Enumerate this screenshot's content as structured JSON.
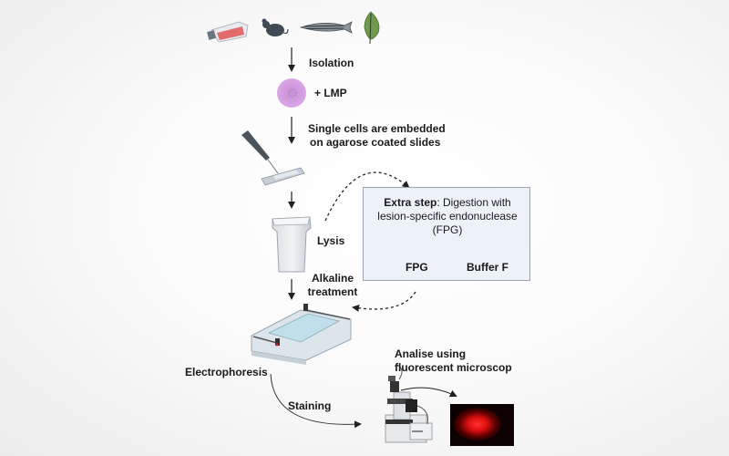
{
  "diagram": {
    "title": "Comet assay workflow",
    "sources": [
      "cell-culture-flask",
      "mouse",
      "zebrafish",
      "leaf"
    ],
    "steps": {
      "isolation": "Isolation",
      "lmp": "+ LMP",
      "embed_line1": "Single cells are embedded",
      "embed_line2": "on agarose coated slides",
      "lysis": "Lysis",
      "alkaline_line1": "Alkaline",
      "alkaline_line2": "treatment",
      "electrophoresis": "Electrophoresis",
      "staining": "Staining",
      "analise_line1": "Analise using",
      "analise_line2": "fluorescent microscop"
    },
    "extra_step": {
      "bold_label": "Extra step",
      "text_line1_rest": ": Digestion with",
      "text_line2": "lesion-specific endonuclease",
      "text_line3": "(FPG)",
      "slide_left_label": "FPG",
      "slide_right_label": "Buffer F"
    },
    "colors": {
      "cell": "#d9a3e3",
      "flask_media": "#e26b6b",
      "leaf": "#6f9a4e",
      "animal": "#3f4a55",
      "box_bg": "#edf2f8",
      "box_border": "#9aa3b1",
      "comet_glow": "#ff1a1a"
    }
  }
}
